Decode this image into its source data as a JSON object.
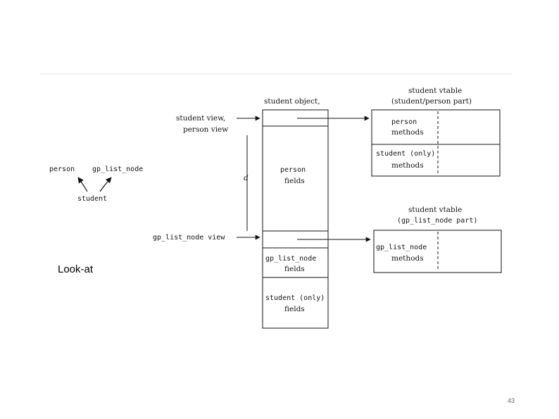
{
  "diagram": {
    "hierarchy": {
      "base_left": "person",
      "base_right": "gp_list_node",
      "derived": "student"
    },
    "object": {
      "title": "student object,",
      "sections": {
        "person_fields_line1": "person",
        "person_fields_line2": "fields",
        "gp_fields_line1": "gp_list_node",
        "gp_fields_line2": "fields",
        "student_fields_line1": "student (only)",
        "student_fields_line2": "fields"
      }
    },
    "views": {
      "student_view": "student view,",
      "person_view": "person view",
      "gp_list_node_view": "gp_list_node view"
    },
    "offset_label": "d",
    "vtable_student": {
      "title_line1": "student vtable",
      "title_line2": "(student/person part)",
      "row1_line1": "person",
      "row1_line2": "methods",
      "row2_line1": "student (only)",
      "row2_line2": "methods"
    },
    "vtable_gp": {
      "title_line1": "student vtable",
      "title_line2": "(gp_list_node part)",
      "row1_line1": "gp_list_node",
      "row1_line2": "methods"
    }
  },
  "slide": {
    "note": "Look-at",
    "page_number": "43"
  }
}
